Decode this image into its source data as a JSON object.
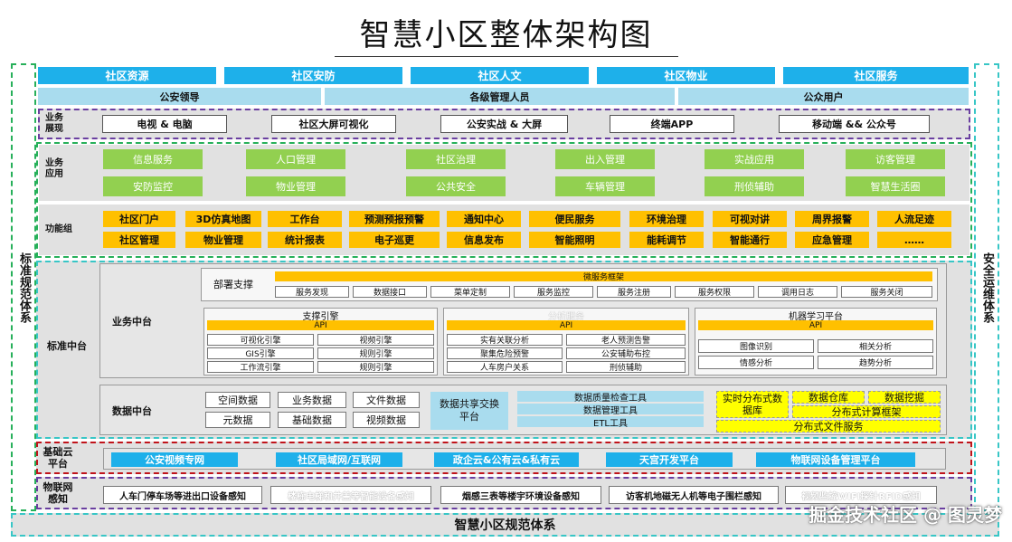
{
  "title": "智慧小区整体架构图",
  "left_side": "标准规范体系",
  "right_side": "安全运维体系",
  "categories": [
    "社区资源",
    "社区安防",
    "社区人文",
    "社区物业",
    "社区服务"
  ],
  "users": [
    "公安领导",
    "各级管理人员",
    "公众用户"
  ],
  "display": {
    "label": "业务展现",
    "items": [
      "电视 & 电脑",
      "社区大屏可视化",
      "公安实战 & 大屏",
      "终端APP",
      "移动端 && 公众号"
    ]
  },
  "apps": {
    "label": "业务应用",
    "row1": [
      "信息服务",
      "人口管理",
      "社区治理",
      "出入管理",
      "实战应用",
      "访客管理"
    ],
    "row2": [
      "安防监控",
      "物业管理",
      "公共安全",
      "车辆管理",
      "刑侦辅助",
      "智慧生活圈"
    ]
  },
  "functions": {
    "label": "功能组",
    "row1": [
      "社区门户",
      "3D仿真地图",
      "工作台",
      "预测预报预警",
      "通知中心",
      "便民服务",
      "环境治理",
      "可视对讲",
      "周界报警",
      "人流足迹"
    ],
    "row2": [
      "社区管理",
      "物业管理",
      "统计报表",
      "电子巡更",
      "信息发布",
      "智能照明",
      "能耗调节",
      "智能通行",
      "应急管理",
      "……"
    ]
  },
  "middle": {
    "label": "标准中台",
    "business": {
      "label": "业务中台",
      "deploy": {
        "label": "部署支撑",
        "bar": "微服务框架",
        "items": [
          "服务发现",
          "数据接口",
          "菜单定制",
          "服务监控",
          "服务注册",
          "服务权限",
          "调用日志",
          "服务关闭"
        ]
      },
      "engine": {
        "label": "支撑引擎",
        "api": "API",
        "items": [
          "可视化引擎",
          "视频引擎",
          "GIS引擎",
          "规则引擎",
          "工作流引擎",
          "规则引擎"
        ]
      },
      "analysis": {
        "label": "分析服务",
        "api": "API",
        "items": [
          "实有关联分析",
          "老人预测告警",
          "聚集危险预警",
          "公安辅助布控",
          "人车房户关系",
          "刑侦辅助"
        ]
      },
      "ml": {
        "label": "机器学习平台",
        "api": "API",
        "items": [
          "图像识别",
          "相关分析",
          "情感分析",
          "趋势分析"
        ]
      }
    },
    "data": {
      "label": "数据中台",
      "items": [
        "空间数据",
        "业务数据",
        "文件数据",
        "元数据",
        "基础数据",
        "视频数据"
      ],
      "exchange": "数据共享交换平台",
      "tools": [
        "数据质量检查工具",
        "数据管理工具",
        "ETL工具"
      ],
      "db": {
        "distributed": "实时分布式数据库",
        "warehouse": "数据仓库",
        "mining": "数据挖掘",
        "compute": "分布式计算框架",
        "file": "分布式文件服务"
      }
    }
  },
  "cloud": {
    "label": "基础云平台",
    "items": [
      "公安视频专网",
      "社区局域网/互联网",
      "政企云&公有云&私有云",
      "天宫开发平台",
      "物联网设备管理平台"
    ]
  },
  "iot": {
    "label": "物联网感知",
    "items": [
      "人车门停车场等进出口设备感知",
      "楼栋电梯和井盖等智能设备感知",
      "烟感三表等楼宇环境设备感知",
      "访客机地磁无人机等电子围栏感知",
      "视频监控WIFI探针RFID感知"
    ]
  },
  "footer": "智慧小区规范体系",
  "watermark": "掘金技术社区 @ 图灵梦"
}
